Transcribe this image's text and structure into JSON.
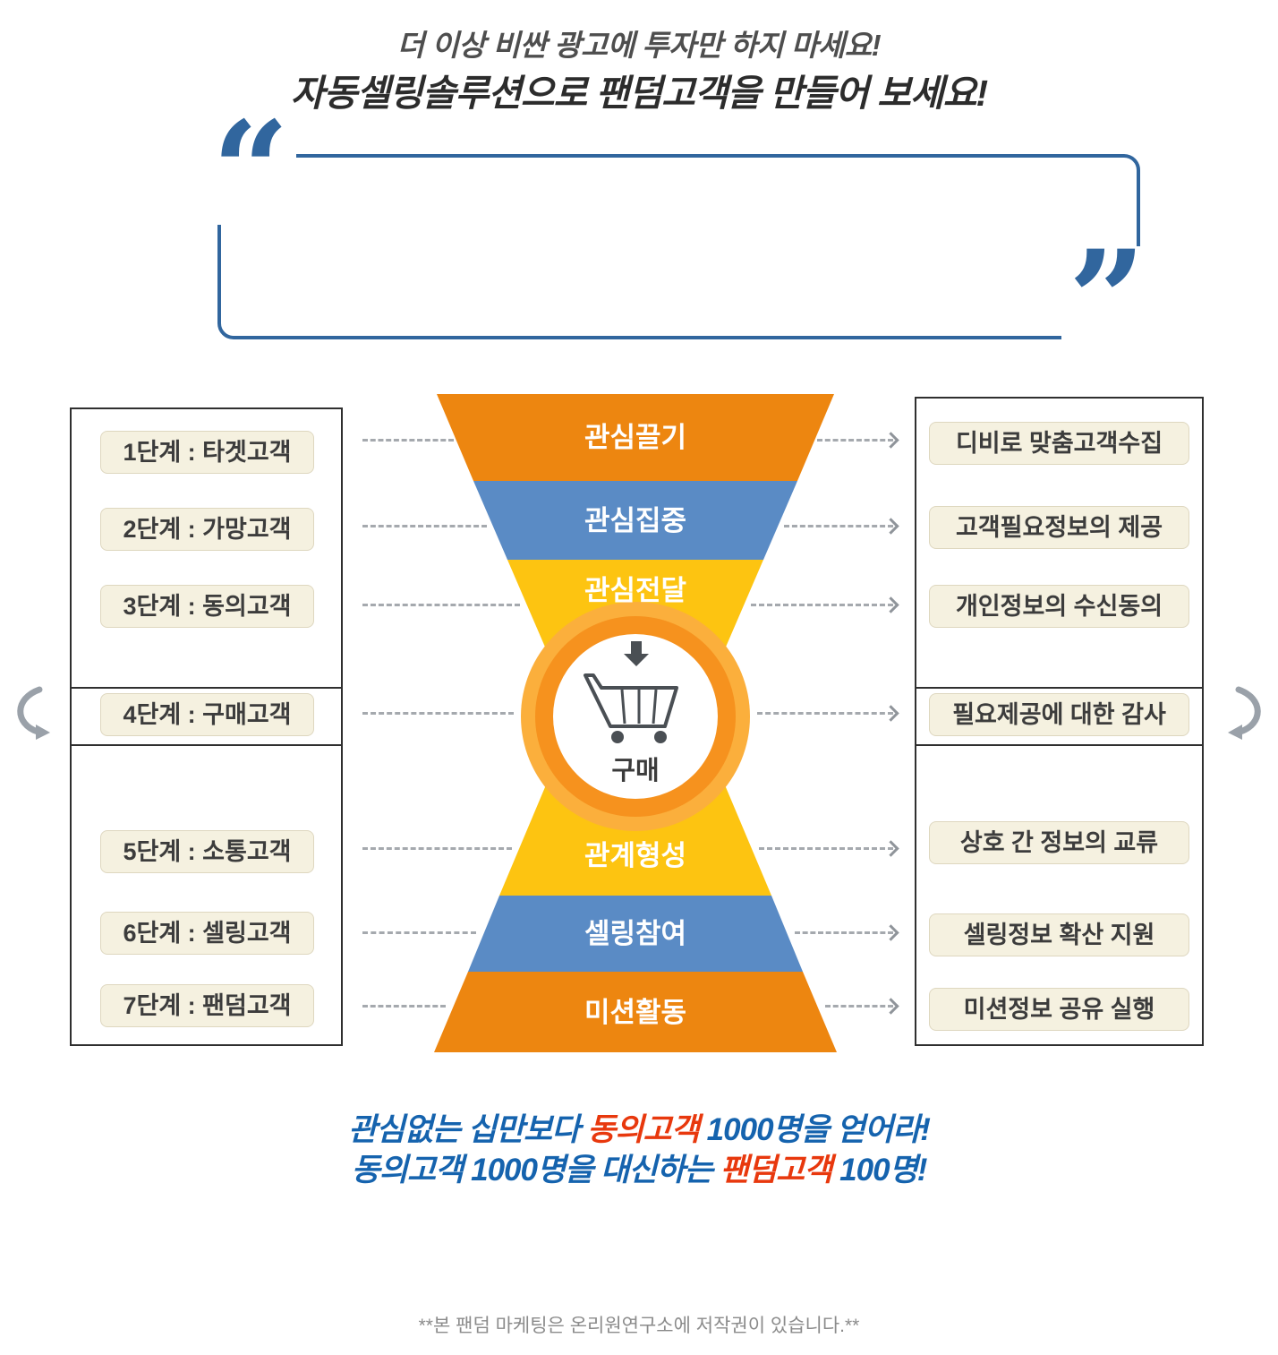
{
  "header": {
    "title_line1": "더 이상 비싼 광고에 투자만 하지 마세요!",
    "title_line2": "자동셀링솔루션으로 팬덤고객을 만들어 보세요!"
  },
  "quote": {
    "open": "“",
    "close": "”"
  },
  "left_steps": [
    "1단계 : 타겟고객",
    "2단계 : 가망고객",
    "3단계 : 동의고객",
    "4단계 : 구매고객",
    "5단계 : 소통고객",
    "6단계 : 셀링고객",
    "7단계 : 팬덤고객"
  ],
  "right_actions": [
    "디비로 맞춤고객수집",
    "고객필요정보의 제공",
    "개인정보의 수신동의",
    "필요제공에 대한 감사",
    "상호 간 정보의 교류",
    "셀링정보 확산 지원",
    "미션정보 공유 실행"
  ],
  "funnel": {
    "stages": [
      {
        "label": "관심끌기",
        "color": "#ed8610"
      },
      {
        "label": "관심집중",
        "color": "#5a8bc5"
      },
      {
        "label": "관심전달",
        "color": "#fdc411"
      },
      {
        "label": "관계형성",
        "color": "#fdc411"
      },
      {
        "label": "셀링참여",
        "color": "#5a8bc5"
      },
      {
        "label": "미션활동",
        "color": "#ed8610"
      }
    ],
    "center_label": "구매"
  },
  "slogan": {
    "line1": [
      {
        "text": "관심없는 십만보다 ",
        "color": "#1563ae"
      },
      {
        "text": "동의고객",
        "color": "#e8380d"
      },
      {
        "text": " 1000명을 얻어라!",
        "color": "#1563ae"
      }
    ],
    "line2": [
      {
        "text": "동의고객 1000명을 대신하는 ",
        "color": "#1563ae"
      },
      {
        "text": "팬덤고객",
        "color": "#e8380d"
      },
      {
        "text": " 100명!",
        "color": "#1563ae"
      }
    ]
  },
  "footer": "**본 팬덤 마케팅은 온리원연구소에 저작권이 있습니다.**",
  "colors": {
    "quote_blue": "#31669e",
    "slogan_blue": "#1563ae",
    "slogan_red": "#e8380d",
    "label_bg": "#f5f1e0",
    "funnel_orange": "#ed8610",
    "funnel_blue": "#5a8bc5",
    "funnel_yellow": "#fdc411",
    "circle_orange": "#f6921e"
  }
}
